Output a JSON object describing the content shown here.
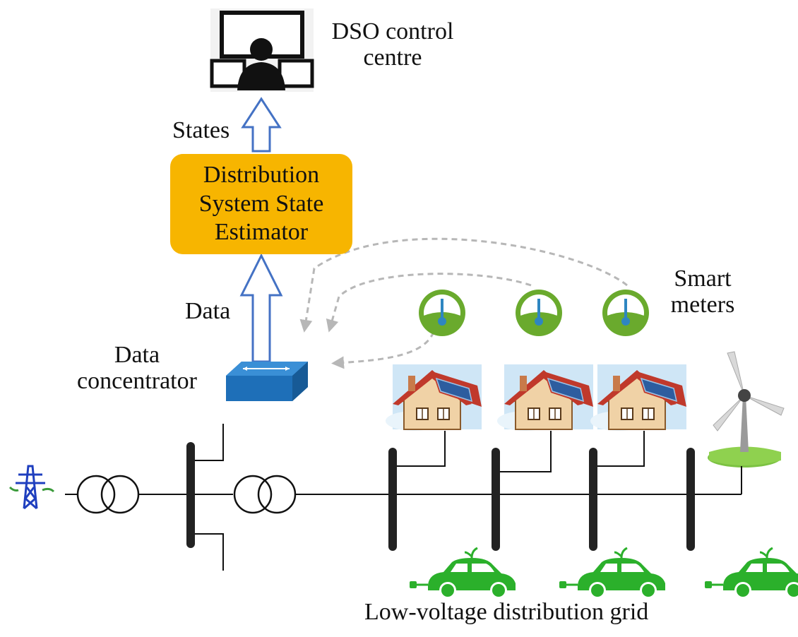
{
  "dso": {
    "line1": "DSO control",
    "line2": "centre"
  },
  "arrows": {
    "states_label": "States",
    "data_label": "Data"
  },
  "estimator": {
    "line1": "Distribution",
    "line2": "System State",
    "line3": "Estimator"
  },
  "concentrator": {
    "line1": "Data",
    "line2": "concentrator"
  },
  "meters": {
    "line1": "Smart",
    "line2": "meters"
  },
  "grid": {
    "caption": "Low-voltage distribution grid"
  },
  "colors": {
    "estimator_fill": "#f7b500",
    "arrow_outline": "#4472c4",
    "meter_green": "#6aaa2d",
    "car_green": "#2bb02b",
    "tower_blue": "#1f3fbf",
    "bus_black": "#222222",
    "dashed_gray": "#b7b7b7"
  },
  "icons": {
    "dso": "operator-monitors-icon",
    "concentrator": "network-switch-icon",
    "meter": "gauge-meter-icon",
    "house": "solar-house-icon",
    "car": "electric-car-icon",
    "wind": "wind-turbine-icon",
    "tower": "transmission-tower-icon",
    "transformer": "transformer-icon"
  }
}
